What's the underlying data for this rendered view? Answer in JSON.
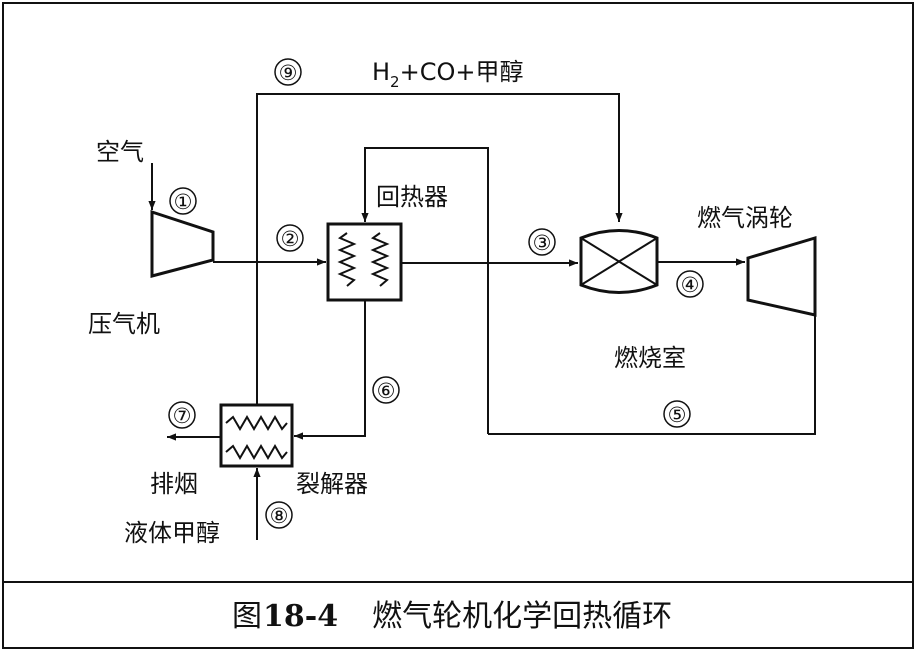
{
  "labels": {
    "air": "空气",
    "compressor": "压气机",
    "regenerator": "回热器",
    "combustor": "燃烧室",
    "turbine": "燃气涡轮",
    "exhaust": "排烟",
    "reformer": "裂解器",
    "liquid_methanol": "液体甲醇",
    "gas_mix_h": "H",
    "gas_mix_sub": "2",
    "gas_mix_rest": "+CO+甲醇"
  },
  "nodes": [
    "①",
    "②",
    "③",
    "④",
    "⑤",
    "⑥",
    "⑦",
    "⑧",
    "⑨"
  ],
  "caption": {
    "prefix": "图",
    "number": "18-4",
    "title": "燃气轮机化学回热循环"
  }
}
